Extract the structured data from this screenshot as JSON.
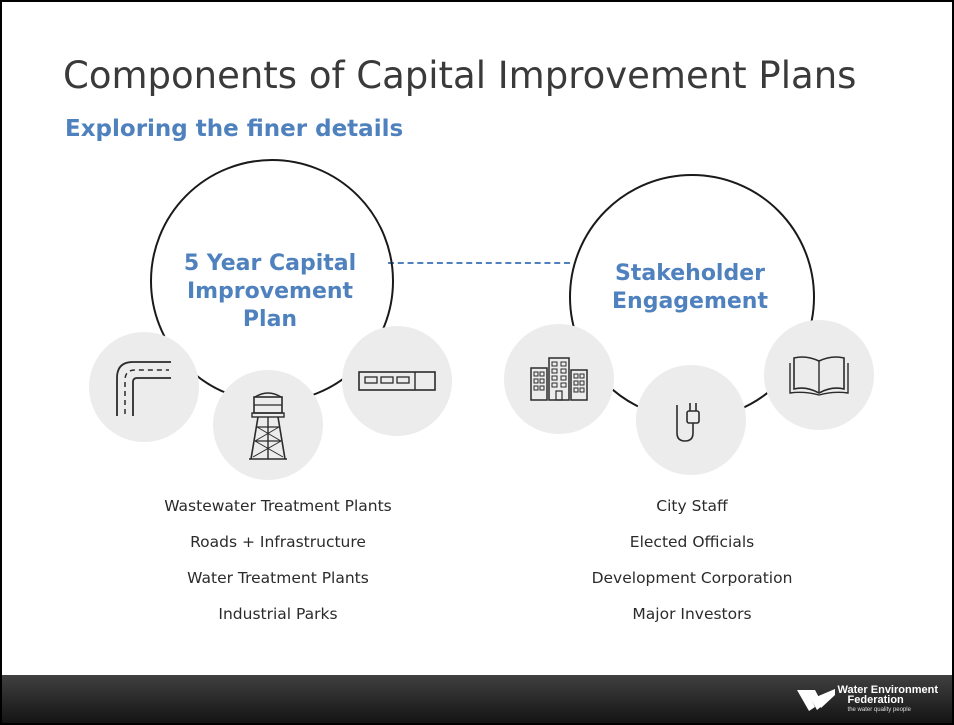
{
  "slide": {
    "title": "Components of Capital Improvement Plans",
    "subtitle": "Exploring the finer details"
  },
  "left_group": {
    "label_lines": [
      "5 Year Capital",
      "Improvement",
      "Plan"
    ],
    "icons": [
      "road-icon",
      "water-tower-icon",
      "treatment-plant-icon"
    ],
    "items": [
      "Wastewater Treatment Plants",
      "Roads + Infrastructure",
      "Water Treatment Plants",
      "Industrial Parks"
    ]
  },
  "right_group": {
    "label_lines": [
      "Stakeholder",
      "Engagement"
    ],
    "icons": [
      "office-buildings-icon",
      "power-plug-icon",
      "open-book-icon"
    ],
    "items": [
      "City Staff",
      "Elected Officials",
      "Development Corporation",
      "Major Investors"
    ]
  },
  "footer": {
    "logo_line1": "Water Environment",
    "logo_line2": "Federation",
    "logo_tagline": "the water quality people"
  },
  "colors": {
    "title": "#3a3a3a",
    "accent": "#4e81bd",
    "icon_circle": "#ececec",
    "footer": "#262626"
  }
}
